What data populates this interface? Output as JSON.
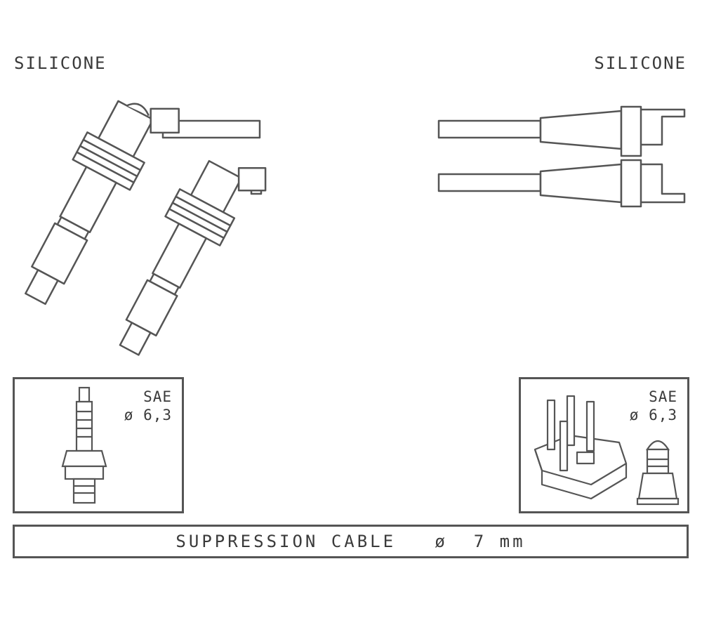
{
  "labels": {
    "left_material": "SILICONE",
    "right_material": "SILICONE"
  },
  "left_box": {
    "terminal": "SAE",
    "diameter": "ø 6,3"
  },
  "right_box": {
    "terminal": "SAE",
    "diameter": "ø 6,3"
  },
  "cable": {
    "text": "SUPPRESSION CABLE",
    "diameter_symbol": "ø",
    "size": "7 mm"
  },
  "icons": {
    "spark_plug": "spark-plug-icon",
    "coil_pack": "ignition-coil-icon",
    "terminal": "terminal-cap-icon"
  },
  "colors": {
    "line": "#555555",
    "text": "#3a3a3a"
  }
}
